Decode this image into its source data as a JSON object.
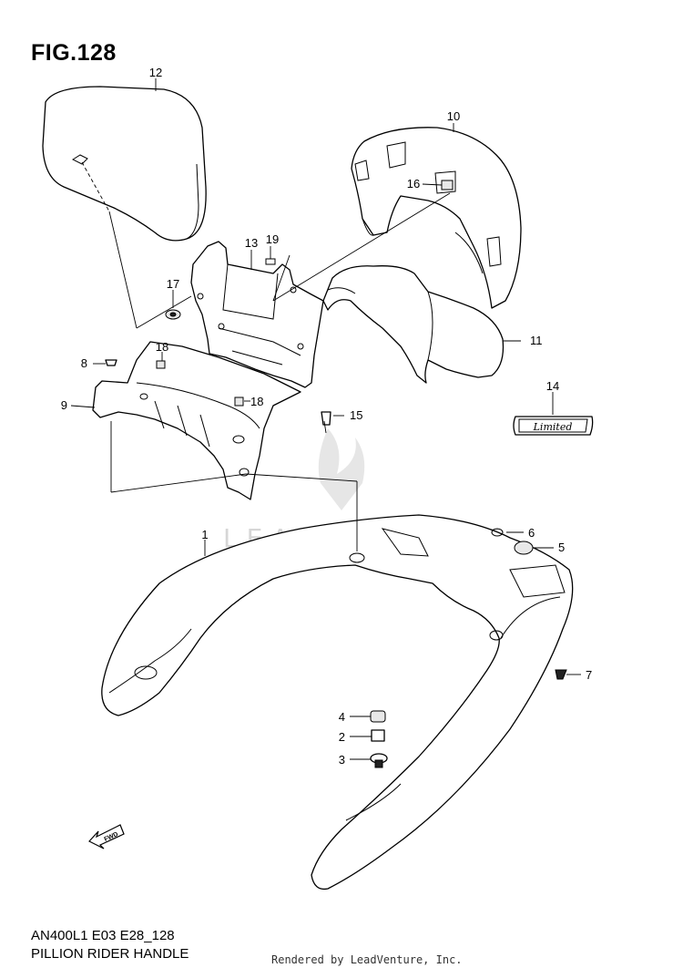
{
  "figure": {
    "title": "FIG.128",
    "model_code": "AN400L1 E03 E28_128",
    "caption": "PILLION RIDER HANDLE",
    "credit": "Rendered by LeadVenture, Inc.",
    "watermark": "LEADVENTURE"
  },
  "emblem_text": "Limited",
  "fwd_label": "FWD",
  "parts": [
    {
      "number": "1"
    },
    {
      "number": "2"
    },
    {
      "number": "3"
    },
    {
      "number": "4"
    },
    {
      "number": "5"
    },
    {
      "number": "6"
    },
    {
      "number": "7"
    },
    {
      "number": "8"
    },
    {
      "number": "9"
    },
    {
      "number": "10"
    },
    {
      "number": "11"
    },
    {
      "number": "12"
    },
    {
      "number": "13"
    },
    {
      "number": "14"
    },
    {
      "number": "15"
    },
    {
      "number": "16"
    },
    {
      "number": "17"
    },
    {
      "number": "18"
    },
    {
      "number": "18"
    },
    {
      "number": "19"
    }
  ]
}
